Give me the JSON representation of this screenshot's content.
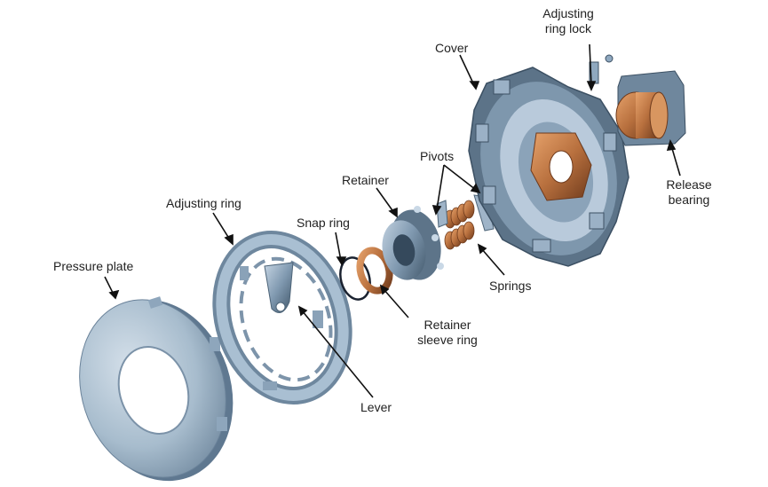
{
  "labels": {
    "pressure_plate": "Pressure plate",
    "adjusting_ring": "Adjusting ring",
    "snap_ring": "Snap ring",
    "retainer": "Retainer",
    "pivots": "Pivots",
    "cover": "Cover",
    "adjusting_ring_lock": [
      "Adjusting",
      "ring lock"
    ],
    "release_bearing": [
      "Release",
      "bearing"
    ],
    "springs": "Springs",
    "retainer_sleeve_ring": [
      "Retainer",
      "sleeve ring"
    ],
    "lever": "Lever"
  },
  "colors": {
    "steel": "#8fa8bf",
    "steel_dark": "#4d6478",
    "steel_light": "#c9d8e6",
    "bronze": "#c07a45",
    "bronze_dark": "#7a4322",
    "ring_black": "#1a2230"
  }
}
